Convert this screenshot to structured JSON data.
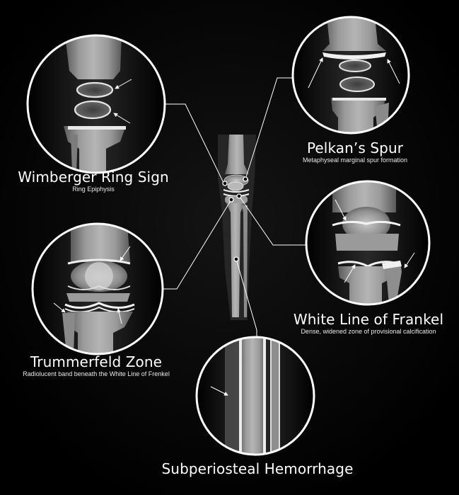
{
  "signs": {
    "wimberger": {
      "title": "Wimberger Ring Sign",
      "subtitle": "Ring Epiphysis"
    },
    "pelkan": {
      "title": "Pelkan’s Spur",
      "subtitle": "Metaphyseal marginal spur formation"
    },
    "frankel": {
      "title": "White Line of Frankel",
      "subtitle": "Dense, widened zone of provisional calcification"
    },
    "trummerfeld": {
      "title": "Trummerfeld Zone",
      "subtitle": "Radiolucent band beneath the White Line of Frenkel"
    },
    "subperiosteal": {
      "title": "Subperiosteal Hemorrhage",
      "subtitle": ""
    }
  },
  "colors": {
    "background": "#000000",
    "circle_outline": "#ffffff",
    "leader_line": "#ffffff",
    "bone": "#9a9a9a",
    "bone_dense": "#ededed"
  }
}
